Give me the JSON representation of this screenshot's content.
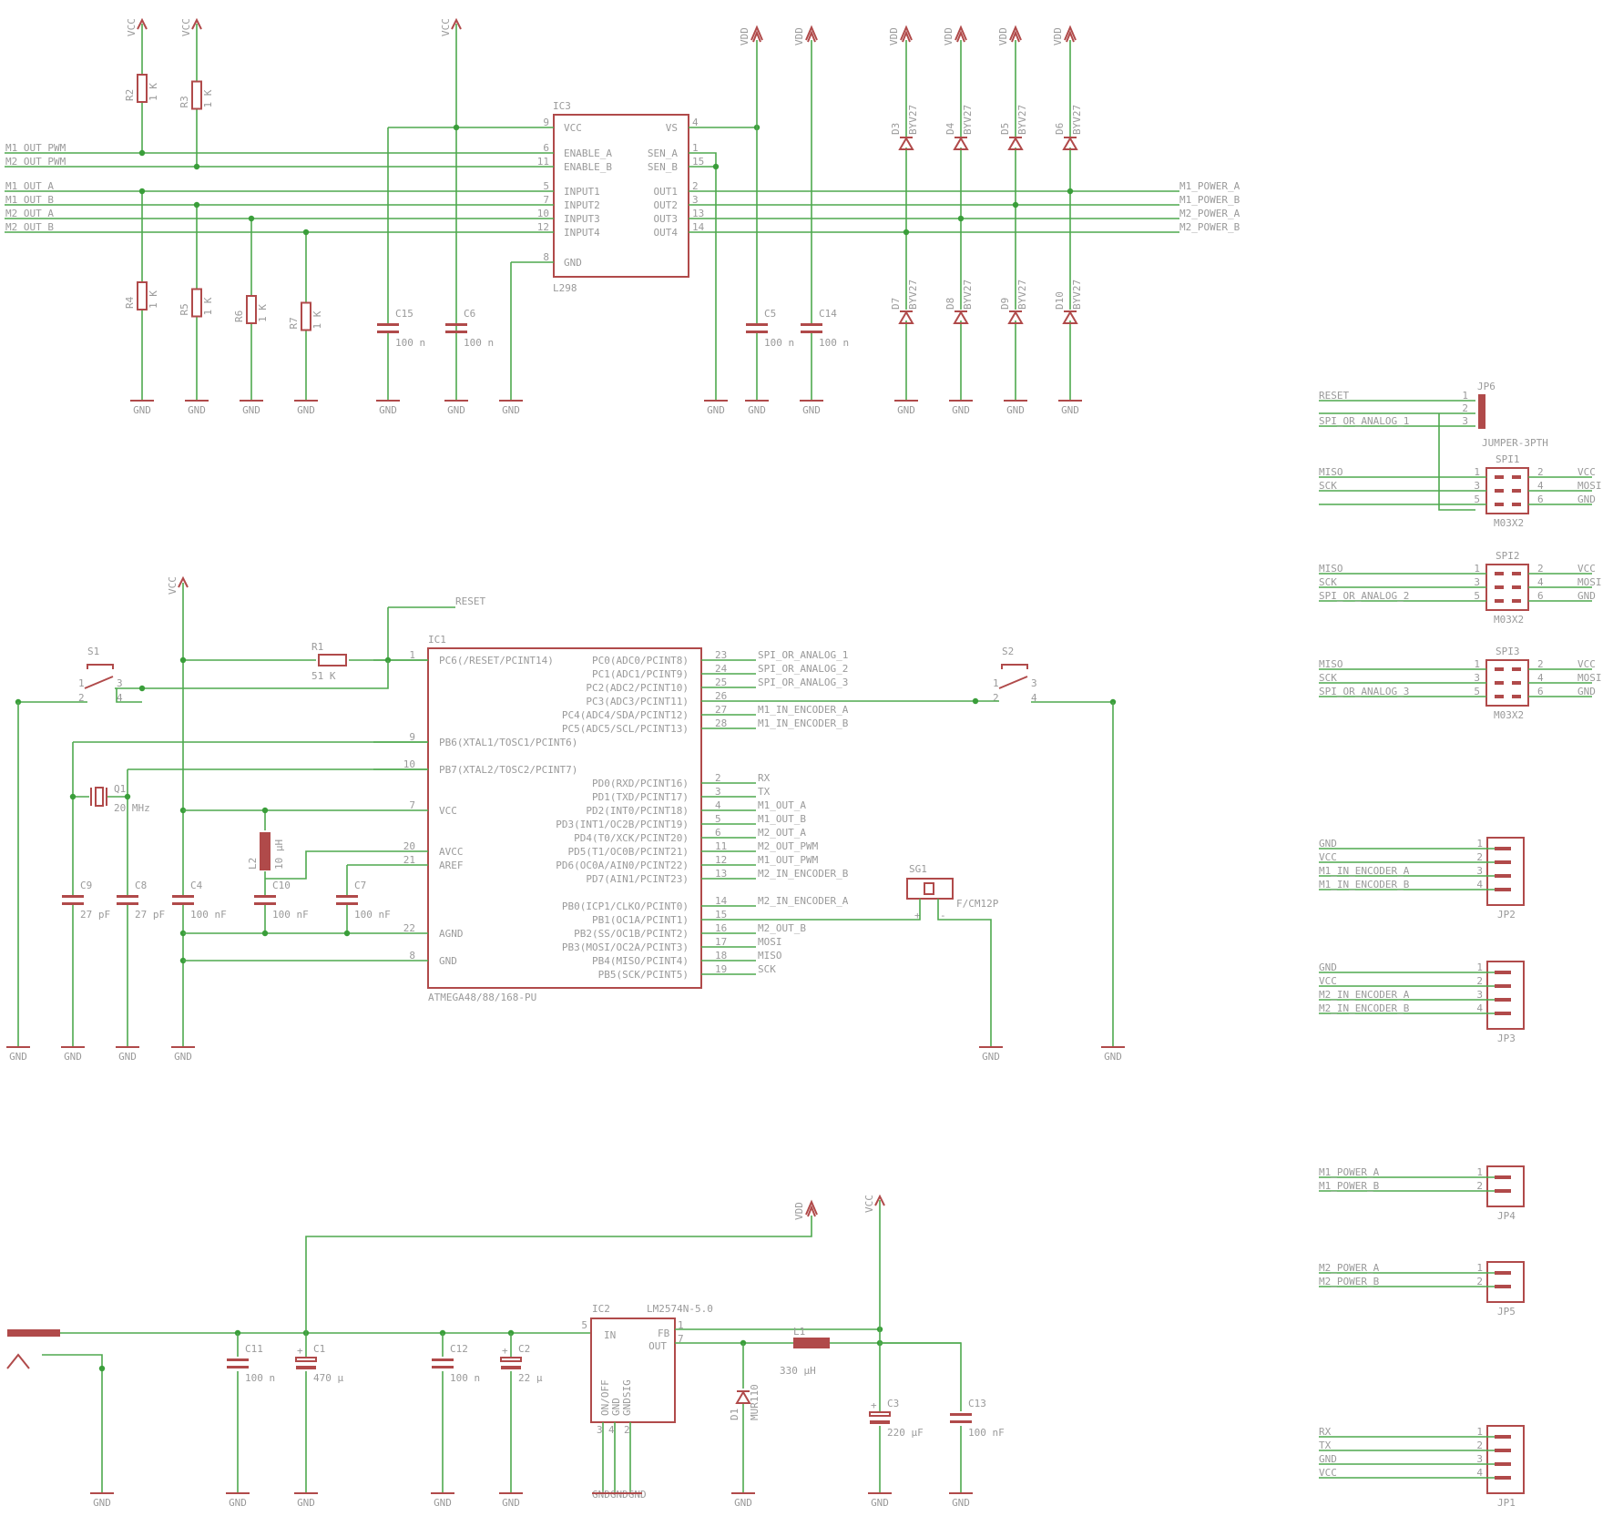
{
  "power": {
    "vcc": "VCC",
    "vdd": "VDD",
    "gnd": "GND"
  },
  "ic3": {
    "name": "IC3",
    "value": "L298",
    "left_pins": [
      {
        "num": "9",
        "name": "VCC"
      },
      {
        "num": "6",
        "name": "ENABLE_A"
      },
      {
        "num": "11",
        "name": "ENABLE_B"
      },
      {
        "num": "5",
        "name": "INPUT1"
      },
      {
        "num": "7",
        "name": "INPUT2"
      },
      {
        "num": "10",
        "name": "INPUT3"
      },
      {
        "num": "12",
        "name": "INPUT4"
      },
      {
        "num": "8",
        "name": "GND"
      }
    ],
    "right_pins": [
      {
        "num": "4",
        "name": "VS"
      },
      {
        "num": "1",
        "name": "SEN_A"
      },
      {
        "num": "15",
        "name": "SEN_B"
      },
      {
        "num": "2",
        "name": "OUT1"
      },
      {
        "num": "3",
        "name": "OUT2"
      },
      {
        "num": "13",
        "name": "OUT3"
      },
      {
        "num": "14",
        "name": "OUT4"
      }
    ]
  },
  "top_nets_left": [
    "M1_OUT_PWM",
    "M2_OUT_PWM",
    "M1_OUT_A",
    "M1_OUT_B",
    "M2_OUT_A",
    "M2_OUT_B"
  ],
  "top_nets_right": [
    "M1_POWER_A",
    "M1_POWER_B",
    "M2_POWER_A",
    "M2_POWER_B"
  ],
  "pullups": [
    {
      "name": "R2",
      "value": "1 K"
    },
    {
      "name": "R3",
      "value": "1 K"
    }
  ],
  "pulldowns": [
    {
      "name": "R4",
      "value": "1 K"
    },
    {
      "name": "R5",
      "value": "1 K"
    },
    {
      "name": "R6",
      "value": "1 K"
    },
    {
      "name": "R7",
      "value": "1 K"
    }
  ],
  "top_caps": [
    {
      "name": "C15",
      "value": "100 n"
    },
    {
      "name": "C6",
      "value": "100 n"
    },
    {
      "name": "C5",
      "value": "100 n"
    },
    {
      "name": "C14",
      "value": "100 n"
    }
  ],
  "diodes_high": [
    {
      "name": "D3",
      "value": "BYV27"
    },
    {
      "name": "D4",
      "value": "BYV27"
    },
    {
      "name": "D5",
      "value": "BYV27"
    },
    {
      "name": "D6",
      "value": "BYV27"
    }
  ],
  "diodes_low": [
    {
      "name": "D7",
      "value": "BYV27"
    },
    {
      "name": "D8",
      "value": "BYV27"
    },
    {
      "name": "D9",
      "value": "BYV27"
    },
    {
      "name": "D10",
      "value": "BYV27"
    }
  ],
  "ic1": {
    "name": "IC1",
    "value": "ATMEGA48/88/168-PU",
    "left_pins": [
      {
        "num": "1",
        "name": "PC6(/RESET/PCINT14)"
      },
      {
        "num": "9",
        "name": "PB6(XTAL1/TOSC1/PCINT6)"
      },
      {
        "num": "10",
        "name": "PB7(XTAL2/TOSC2/PCINT7)"
      },
      {
        "num": "7",
        "name": "VCC"
      },
      {
        "num": "20",
        "name": "AVCC"
      },
      {
        "num": "21",
        "name": "AREF"
      },
      {
        "num": "22",
        "name": "AGND"
      },
      {
        "num": "8",
        "name": "GND"
      }
    ],
    "right_pins": [
      {
        "num": "23",
        "name": "PC0(ADC0/PCINT8)",
        "net": "SPI_OR_ANALOG_1"
      },
      {
        "num": "24",
        "name": "PC1(ADC1/PCINT9)",
        "net": "SPI_OR_ANALOG_2"
      },
      {
        "num": "25",
        "name": "PC2(ADC2/PCINT10)",
        "net": "SPI_OR_ANALOG_3"
      },
      {
        "num": "26",
        "name": "PC3(ADC3/PCINT11)",
        "net": ""
      },
      {
        "num": "27",
        "name": "PC4(ADC4/SDA/PCINT12)",
        "net": "M1_IN_ENCODER_A"
      },
      {
        "num": "28",
        "name": "PC5(ADC5/SCL/PCINT13)",
        "net": "M1_IN_ENCODER_B"
      },
      {
        "num": "2",
        "name": "PD0(RXD/PCINT16)",
        "net": "RX"
      },
      {
        "num": "3",
        "name": "PD1(TXD/PCINT17)",
        "net": "TX"
      },
      {
        "num": "4",
        "name": "PD2(INT0/PCINT18)",
        "net": "M1_OUT_A"
      },
      {
        "num": "5",
        "name": "PD3(INT1/OC2B/PCINT19)",
        "net": "M1_OUT_B"
      },
      {
        "num": "6",
        "name": "PD4(T0/XCK/PCINT20)",
        "net": "M2_OUT_A"
      },
      {
        "num": "11",
        "name": "PD5(T1/OC0B/PCINT21)",
        "net": "M2_OUT_PWM"
      },
      {
        "num": "12",
        "name": "PD6(OC0A/AIN0/PCINT22)",
        "net": "M1_OUT_PWM"
      },
      {
        "num": "13",
        "name": "PD7(AIN1/PCINT23)",
        "net": "M2_IN_ENCODER_B"
      },
      {
        "num": "14",
        "name": "PB0(ICP1/CLKO/PCINT0)",
        "net": "M2_IN_ENCODER_A"
      },
      {
        "num": "15",
        "name": "PB1(OC1A/PCINT1)",
        "net": ""
      },
      {
        "num": "16",
        "name": "PB2(SS/OC1B/PCINT2)",
        "net": "M2_OUT_B"
      },
      {
        "num": "17",
        "name": "PB3(MOSI/OC2A/PCINT3)",
        "net": "MOSI"
      },
      {
        "num": "18",
        "name": "PB4(MISO/PCINT4)",
        "net": "MISO"
      },
      {
        "num": "19",
        "name": "PB5(SCK/PCINT5)",
        "net": "SCK"
      }
    ]
  },
  "reset_net": "RESET",
  "r1": {
    "name": "R1",
    "value": "51 K"
  },
  "switches": [
    {
      "name": "S1"
    },
    {
      "name": "S2"
    }
  ],
  "q1": {
    "name": "Q1",
    "value": "20 MHz"
  },
  "l2": {
    "name": "L2",
    "value": "10 µH"
  },
  "mid_caps": [
    {
      "name": "C9",
      "value": "27 pF"
    },
    {
      "name": "C8",
      "value": "27 pF"
    },
    {
      "name": "C4",
      "value": "100 nF"
    },
    {
      "name": "C10",
      "value": "100 nF"
    },
    {
      "name": "C7",
      "value": "100 nF"
    }
  ],
  "sg1": {
    "name": "SG1",
    "value": "F/CM12P",
    "plus": "+",
    "minus": "-"
  },
  "ic2": {
    "name": "IC2",
    "value": "LM2574N-5.0",
    "in": "IN",
    "fb": "FB",
    "out": "OUT",
    "bottom": [
      "ON/OFF",
      "GND",
      "GNDSIG"
    ],
    "pins": {
      "in": "5",
      "fb": "1",
      "out": "7",
      "b1": "3",
      "b2": "4",
      "b3": "2"
    }
  },
  "bottom_parts": [
    {
      "name": "C11",
      "value": "100 n"
    },
    {
      "name": "C1",
      "value": "470 µ"
    },
    {
      "name": "C12",
      "value": "100 n"
    },
    {
      "name": "C2",
      "value": "22 µ"
    },
    {
      "name": "D1",
      "value": "MUR110"
    },
    {
      "name": "L1",
      "value": "330 µH"
    },
    {
      "name": "C3",
      "value": "220 µF"
    },
    {
      "name": "C13",
      "value": "100 nF"
    }
  ],
  "jp6": {
    "name": "JP6",
    "value": "JUMPER-3PTH",
    "nets": [
      "RESET",
      "",
      "SPI_OR_ANALOG_1"
    ],
    "pins": [
      "1",
      "2",
      "3"
    ]
  },
  "spi_headers": [
    {
      "name": "SPI1",
      "value": "M03X2",
      "left": [
        "MISO",
        "SCK",
        ""
      ],
      "right": [
        "VCC",
        "MOSI",
        "GND"
      ]
    },
    {
      "name": "SPI2",
      "value": "M03X2",
      "left": [
        "MISO",
        "SCK",
        "SPI_OR_ANALOG_2"
      ],
      "right": [
        "VCC",
        "MOSI",
        "GND"
      ]
    },
    {
      "name": "SPI3",
      "value": "M03X2",
      "left": [
        "MISO",
        "SCK",
        "SPI_OR_ANALOG_3"
      ],
      "right": [
        "VCC",
        "MOSI",
        "GND"
      ]
    }
  ],
  "connectors": [
    {
      "name": "JP2",
      "nets": [
        "GND",
        "VCC",
        "M1_IN_ENCODER_A",
        "M1_IN_ENCODER_B"
      ]
    },
    {
      "name": "JP3",
      "nets": [
        "GND",
        "VCC",
        "M2_IN_ENCODER_A",
        "M2_IN_ENCODER_B"
      ]
    },
    {
      "name": "JP4",
      "nets": [
        "M1_POWER_A",
        "M1_POWER_B"
      ]
    },
    {
      "name": "JP5",
      "nets": [
        "M2_POWER_A",
        "M2_POWER_B"
      ]
    },
    {
      "name": "JP1",
      "nets": [
        "RX",
        "TX",
        "GND",
        "VCC"
      ]
    }
  ]
}
